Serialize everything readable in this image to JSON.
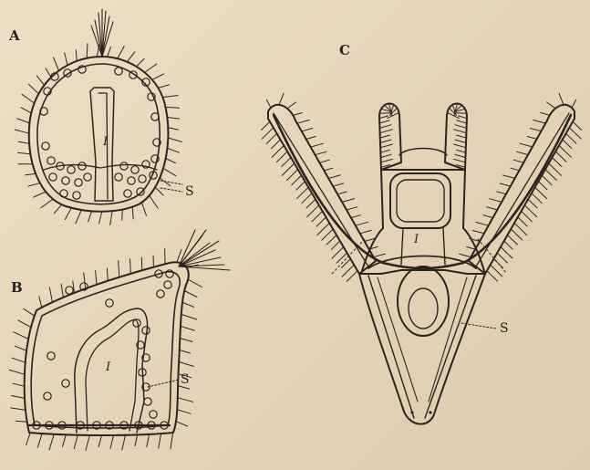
{
  "figure": {
    "panels": [
      {
        "id": "A",
        "label": "A",
        "intestine_label": "I",
        "structure_label": "S"
      },
      {
        "id": "B",
        "label": "B",
        "intestine_label": "I",
        "structure_label": "S"
      },
      {
        "id": "C",
        "label": "C",
        "intestine_label": "I",
        "structure_label": "S"
      }
    ],
    "colors": {
      "ink": "#2a2520",
      "paper": "#e6d8bd"
    }
  }
}
